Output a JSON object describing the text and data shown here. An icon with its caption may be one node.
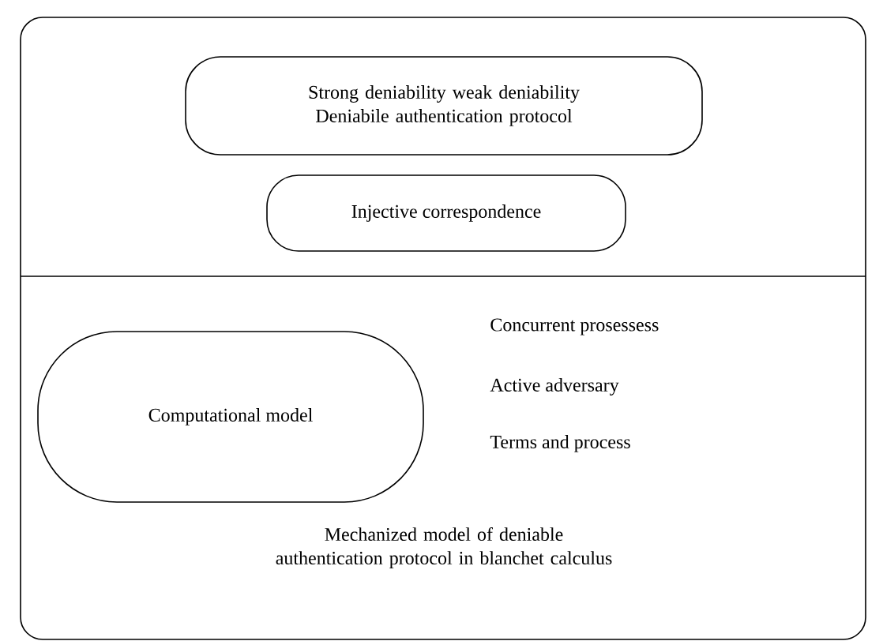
{
  "diagram": {
    "nodes": [
      {
        "text": [],
        "shape": "box"
      },
      {
        "text": [
          "Strong deniability weak deniability Deniabile authentication protocol"
        ],
        "in": 0
      },
      {
        "text": [
          "Injective correspondence"
        ],
        "in": 0
      },
      {
        "text": [
          "Computational model"
        ],
        "in": 0
      }
    ],
    "labels": [
      "Concurrent prosessess",
      "Active adversary",
      "Terms and process",
      "Mechanized model of deniable authentication protocol in blanchet calculus"
    ]
  }
}
